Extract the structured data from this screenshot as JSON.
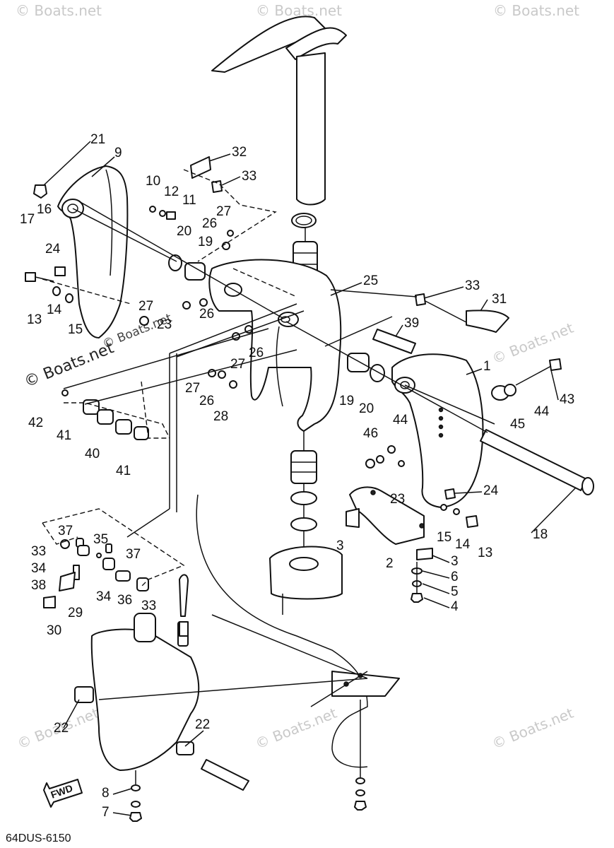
{
  "diagram": {
    "part_code": "64DUS-6150",
    "fwd_label": "FWD",
    "watermark": "© Boats.net",
    "callouts": [
      "1",
      "2",
      "3",
      "3",
      "4",
      "5",
      "6",
      "7",
      "8",
      "9",
      "10",
      "11",
      "12",
      "13",
      "13",
      "14",
      "14",
      "15",
      "15",
      "16",
      "17",
      "18",
      "19",
      "19",
      "20",
      "20",
      "21",
      "22",
      "22",
      "23",
      "23",
      "24",
      "24",
      "25",
      "26",
      "26",
      "26",
      "26",
      "27",
      "27",
      "27",
      "27",
      "28",
      "29",
      "30",
      "31",
      "32",
      "33",
      "33",
      "33",
      "33",
      "34",
      "34",
      "35",
      "36",
      "37",
      "37",
      "38",
      "39",
      "40",
      "41",
      "41",
      "42",
      "43",
      "44",
      "44",
      "45",
      "46"
    ]
  }
}
